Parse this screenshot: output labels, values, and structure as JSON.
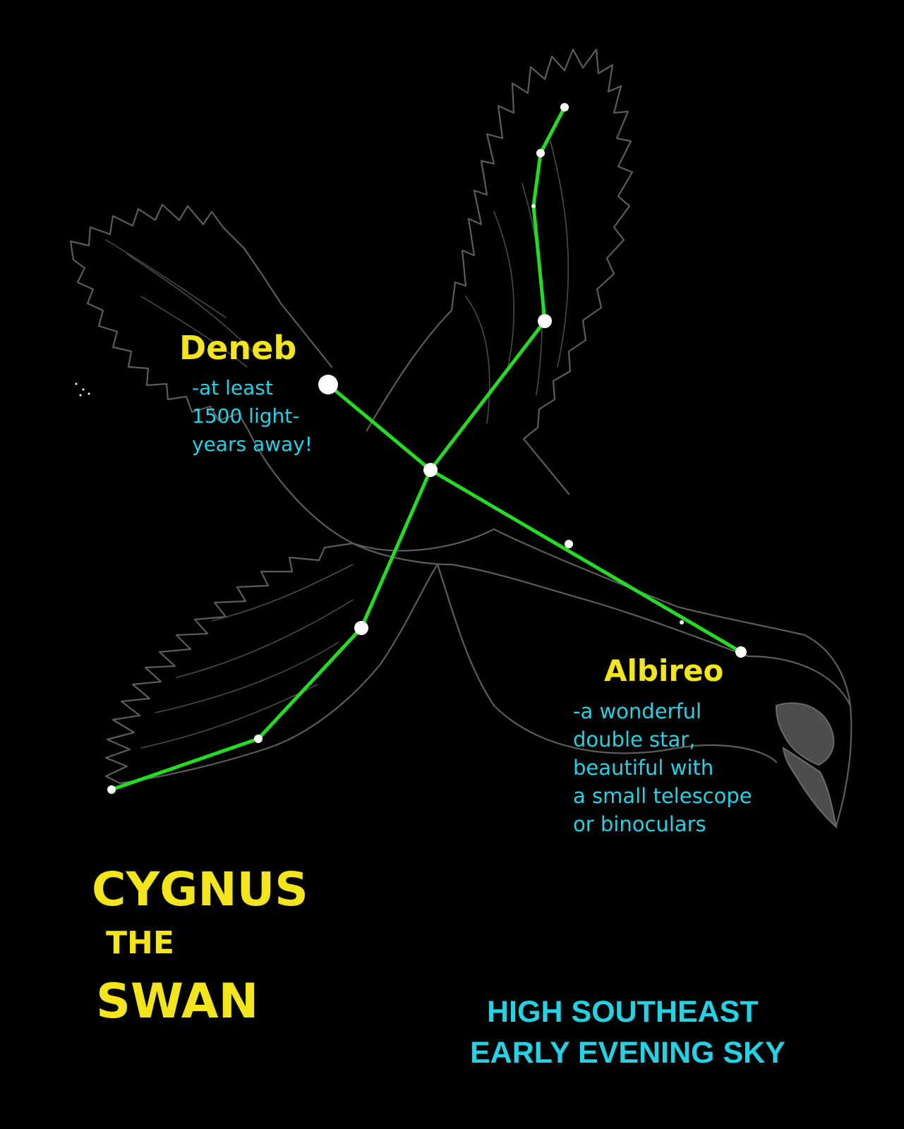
{
  "stars": {
    "deneb": {
      "name": "Deneb",
      "note": "-at least\n1500 light-\nyears away!"
    },
    "albireo": {
      "name": "Albireo",
      "note": "-a wonderful\ndouble star,\nbeautiful with\na small telescope\nor binoculars"
    }
  },
  "title": {
    "line1": "CYGNUS",
    "line2": "THE",
    "line3": "SWAN"
  },
  "viewing": {
    "line1": "HIGH SOUTHEAST",
    "line2": "EARLY EVENING SKY"
  },
  "colors": {
    "background": "#000000",
    "lines": "#22dd22",
    "star_names": "#f2e51c",
    "notes": "#22d3e6",
    "sketch": "#5c5c5c"
  }
}
